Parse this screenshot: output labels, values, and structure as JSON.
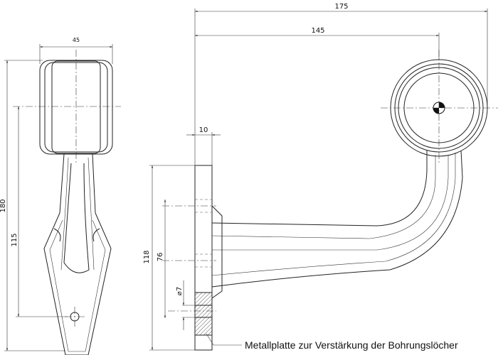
{
  "dimensions": {
    "side_width": "45",
    "side_height_total": "180",
    "side_height_partial": "115",
    "main_length_total": "175",
    "main_length_partial": "145",
    "plate_thickness": "10",
    "plate_height": "118",
    "hole_spacing": "76",
    "hole_diameter": "⌀7"
  },
  "note": "Metallplatte zur Verstärkung der Bohrungslöcher"
}
